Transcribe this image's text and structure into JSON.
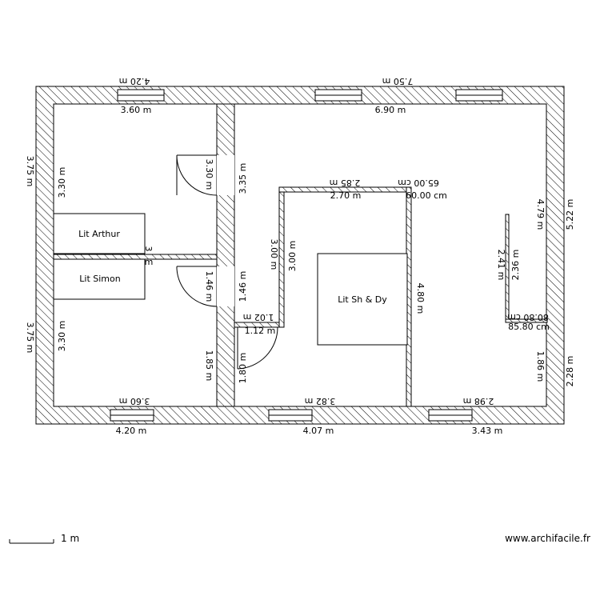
{
  "rooms": {
    "arthur_bed": "Lit Arthur",
    "simon_bed": "Lit Simon",
    "master_bed": "Lit Sh & Dy"
  },
  "dimensions": {
    "ext_top_left": "4.20 m",
    "ext_top_right": "7.50 m",
    "int_top_left": "3.60 m",
    "int_top_right": "6.90 m",
    "ext_left_upper": "3.75 m",
    "ext_left_lower": "3.75 m",
    "int_left_upper": "3.30 m",
    "int_left_lower": "3.30 m",
    "door_upper_left": "3.30 m",
    "corridor_upper": "3.35 m",
    "corridor_mid": "1.46 m",
    "corridor_lower_left": "1.85 m",
    "corridor_lower_right": "1.80 m",
    "step_102": "1.02 m",
    "step_112": "1.12 m",
    "mid_wall_300a": "3.00 m",
    "mid_wall_300b": "3.00 m",
    "mid_top_285": "2.85 m",
    "mid_top_270": "2.70 m",
    "mid_top_65": "65.00 cm",
    "mid_top_60": "60.00 cm",
    "mid_right_480": "4.80 m",
    "right_479": "4.79 m",
    "right_522": "5.22 m",
    "right_241": "2.41 m",
    "right_236": "2.36 m",
    "right_8080": "80.80 cm",
    "right_8580": "85.80 cm",
    "right_186": "1.86 m",
    "right_228": "2.28 m",
    "bot_int_360": "3.60 m",
    "bot_int_382": "3.82 m",
    "bot_int_298": "2.98 m",
    "bot_ext_420": "4.20 m",
    "bot_ext_407": "4.07 m",
    "bot_ext_343": "3.43 m",
    "small_3": "3",
    "small_m": "m"
  },
  "scale": {
    "label": "1 m"
  },
  "credit": "www.archifacile.fr"
}
